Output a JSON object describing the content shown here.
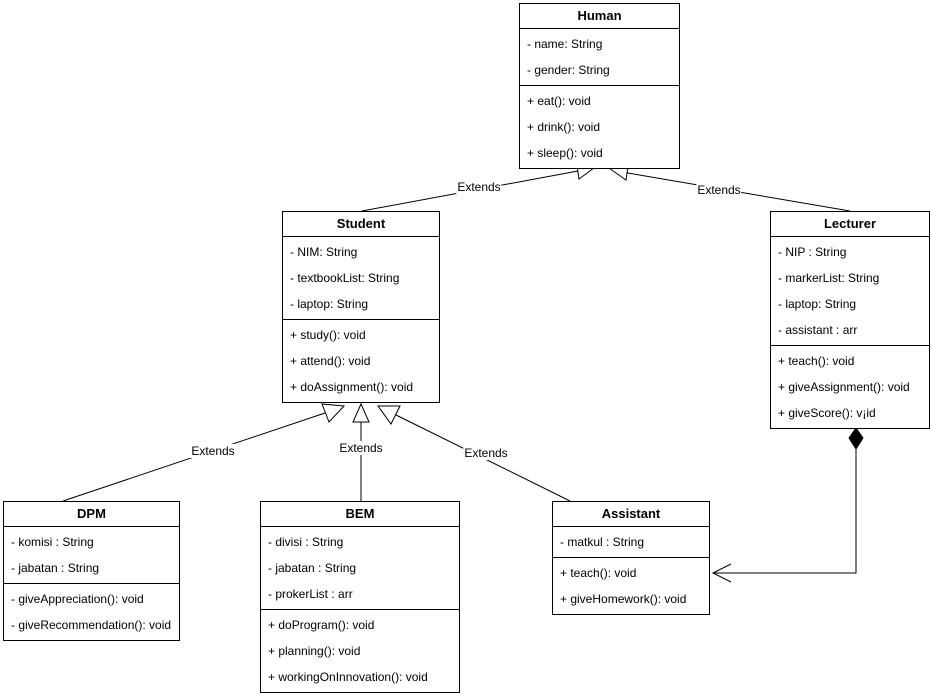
{
  "diagram": {
    "type": "uml-class-diagram",
    "colors": {
      "stroke": "#000000",
      "fill": "#ffffff",
      "text": "#000000",
      "background": "#ffffff"
    },
    "classes": {
      "human": {
        "title": "Human",
        "attributes": [
          "- name: String",
          "- gender: String"
        ],
        "methods": [
          "+ eat(): void",
          "+ drink(): void",
          "+ sleep(): void"
        ]
      },
      "student": {
        "title": "Student",
        "attributes": [
          "- NIM: String",
          "- textbookList: String",
          "- laptop: String"
        ],
        "methods": [
          "+ study(): void",
          "+ attend(): void",
          "+ doAssignment(): void"
        ]
      },
      "lecturer": {
        "title": "Lecturer",
        "attributes": [
          "- NIP : String",
          "- markerList: String",
          "- laptop: String",
          "- assistant : arr"
        ],
        "methods": [
          "+ teach(): void",
          "+ giveAssignment(): void",
          "+ giveScore(): v¡id"
        ]
      },
      "dpm": {
        "title": "DPM",
        "attributes": [
          "- komisi : String",
          "- jabatan : String"
        ],
        "methods": [
          "- giveAppreciation(): void",
          "- giveRecommendation(): void"
        ]
      },
      "bem": {
        "title": "BEM",
        "attributes": [
          "- divisi : String",
          "- jabatan : String",
          "- prokerList : arr"
        ],
        "methods": [
          "+ doProgram(): void",
          "+ planning(): void",
          "+ workingOnInnovation(): void"
        ]
      },
      "assistant": {
        "title": "Assistant",
        "attributes": [
          "- matkul : String"
        ],
        "methods": [
          "+ teach(): void",
          "+ giveHomework(): void"
        ]
      }
    },
    "edges": [
      {
        "from": "Student",
        "to": "Human",
        "type": "inheritance",
        "label": "Extends"
      },
      {
        "from": "Lecturer",
        "to": "Human",
        "type": "inheritance",
        "label": "Extends"
      },
      {
        "from": "DPM",
        "to": "Student",
        "type": "inheritance",
        "label": "Extends"
      },
      {
        "from": "BEM",
        "to": "Student",
        "type": "inheritance",
        "label": "Extends"
      },
      {
        "from": "Assistant",
        "to": "Student",
        "type": "inheritance",
        "label": "Extends"
      },
      {
        "from": "Lecturer",
        "to": "Assistant",
        "type": "composition",
        "label": ""
      }
    ]
  }
}
